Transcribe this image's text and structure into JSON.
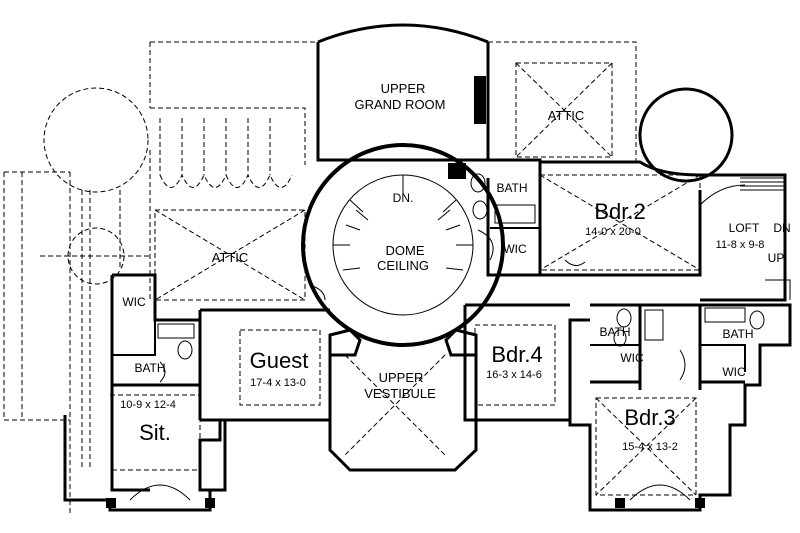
{
  "rooms": {
    "upper_grand_room": {
      "line1": "UPPER",
      "line2": "GRAND ROOM"
    },
    "attic_top": {
      "name": "ATTIC"
    },
    "attic_left": {
      "name": "ATTIC"
    },
    "dome": {
      "dn": "DN.",
      "line1": "DOME",
      "line2": "CEILING"
    },
    "bath_top": {
      "name": "BATH"
    },
    "wic_top": {
      "name": "WIC"
    },
    "bdr2": {
      "name": "Bdr.2",
      "size": "14-0 x 20-0"
    },
    "loft": {
      "name": "LOFT",
      "size": "11-8 x 9-8",
      "dn": "DN",
      "up": "UP"
    },
    "wic_left": {
      "name": "WIC"
    },
    "bath_left": {
      "name": "BATH"
    },
    "sit": {
      "size": "10-9  x 12-4",
      "name": "Sit."
    },
    "guest": {
      "name": "Guest",
      "size": "17-4 x 13-0"
    },
    "vestibule": {
      "line1": "UPPER",
      "line2": "VESTIBULE"
    },
    "bdr4": {
      "name": "Bdr.4",
      "size": "16-3 x 14-6"
    },
    "bath_mid": {
      "name": "BATH"
    },
    "wic_mid": {
      "name": "WIC"
    },
    "bath_right": {
      "name": "BATH"
    },
    "wic_right": {
      "name": "WIC"
    },
    "bdr3": {
      "name": "Bdr.3",
      "size": "15-4 x 13-2"
    }
  }
}
